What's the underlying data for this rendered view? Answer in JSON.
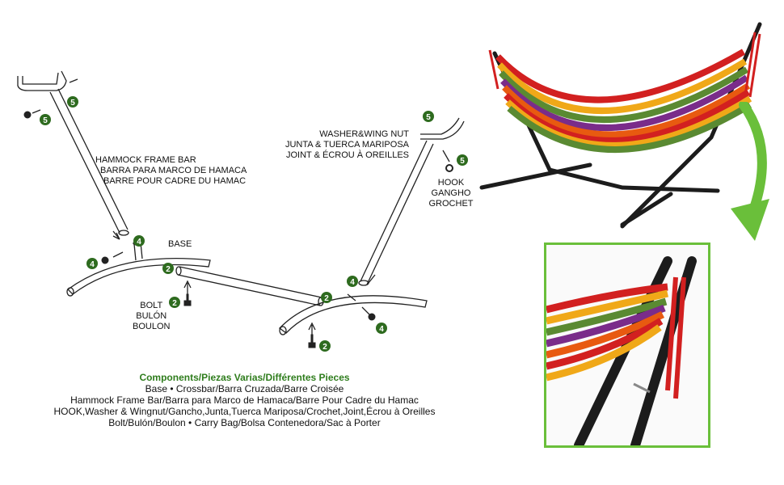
{
  "labels": {
    "frame_bar": [
      "HAMMOCK FRAME BAR",
      "BARRA PARA MARCO DE HAMACA",
      "BARRE POUR CADRE DU HAMAC"
    ],
    "base": "BASE",
    "bolt": [
      "BOLT",
      "BULÓN",
      "BOULON"
    ],
    "washer": [
      "WASHER&WING NUT",
      "JUNTA & TUERCA MARIPOSA",
      "JOINT & ÉCROU À OREILLES"
    ],
    "hook": [
      "HOOK",
      "GANGHO",
      "GROCHET"
    ]
  },
  "components": {
    "title": "Components/Piezas  Varias/Différentes Pieces",
    "lines": [
      "Base • Crossbar/Barra Cruzada/Barre Croisée",
      "Hammock Frame Bar/Barra para Marco de Hamaca/Barre Pour Cadre du Hamac",
      "HOOK,Washer & Wingnut/Gancho,Junta,Tuerca Mariposa/Crochet,Joint,Écrou à Oreilles",
      "Bolt/Bulón/Boulon • Carry  Bag/Bolsa Contenedora/Sac à Porter"
    ]
  },
  "badges": [
    "5",
    "5",
    "4",
    "4",
    "2",
    "2",
    "2",
    "2",
    "4",
    "4",
    "5",
    "5"
  ],
  "colors": {
    "badge": "#2e6b1f",
    "accent_green": "#6abf3a",
    "title_green": "#2f7d1d",
    "frame": "#1c1c1c",
    "stripes": [
      "#d22020",
      "#f0a818",
      "#5a8a32",
      "#7a2c8a",
      "#e85a10",
      "#2040a0"
    ]
  }
}
